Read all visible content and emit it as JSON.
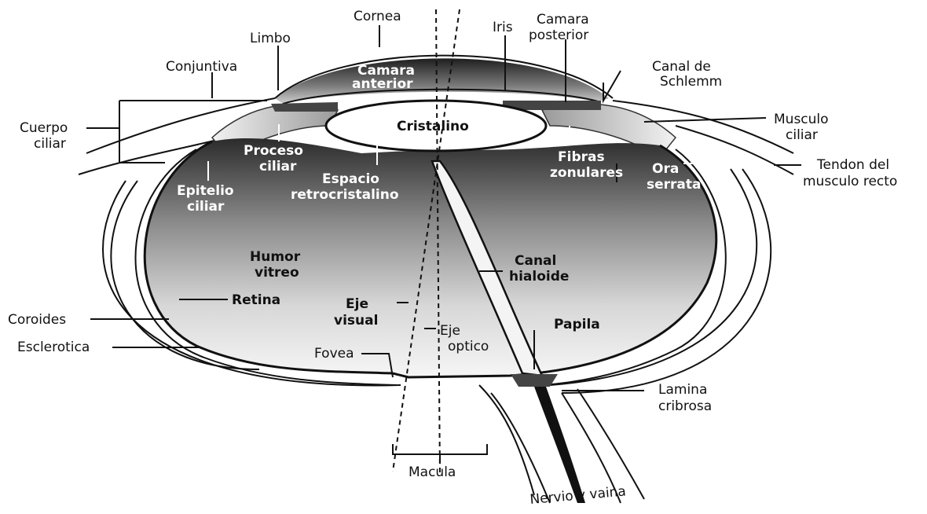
{
  "labels": {
    "cornea": "Cornea",
    "limbo": "Limbo",
    "conjuntiva": "Conjuntiva",
    "camara_anterior_1": "Camara",
    "camara_anterior_2": "anterior",
    "iris": "Iris",
    "camara_posterior_1": "Camara",
    "camara_posterior_2": "posterior",
    "canal_schlemm_1": "Canal de",
    "canal_schlemm_2": "Schlemm",
    "cuerpo_ciliar_1": "Cuerpo",
    "cuerpo_ciliar_2": "ciliar",
    "cristalino": "Cristalino",
    "musculo_ciliar_1": "Musculo",
    "musculo_ciliar_2": "ciliar",
    "proceso_ciliar_1": "Proceso",
    "proceso_ciliar_2": "ciliar",
    "fibras_zonulares_1": "Fibras",
    "fibras_zonulares_2": "zonulares",
    "ora_serrata_1": "Ora",
    "ora_serrata_2": "serrata",
    "tendon_1": "Tendon del",
    "tendon_2": "musculo recto",
    "epitelio_ciliar_1": "Epitelio",
    "epitelio_ciliar_2": "ciliar",
    "espacio_1": "Espacio",
    "espacio_2": "retrocristalino",
    "humor_vitreo_1": "Humor",
    "humor_vitreo_2": "vitreo",
    "canal_hialoide_1": "Canal",
    "canal_hialoide_2": "hialoide",
    "retina": "Retina",
    "eje_visual_1": "Eje",
    "eje_visual_2": "visual",
    "coroides": "Coroides",
    "eje_optico_1": "Eje",
    "eje_optico_2": "optico",
    "papila": "Papila",
    "esclerotica": "Esclerotica",
    "fovea": "Fovea",
    "lamina_cribrosa_1": "Lamina",
    "lamina_cribrosa_2": "cribrosa",
    "macula": "Macula",
    "nervio": "Nervio y vaina"
  }
}
